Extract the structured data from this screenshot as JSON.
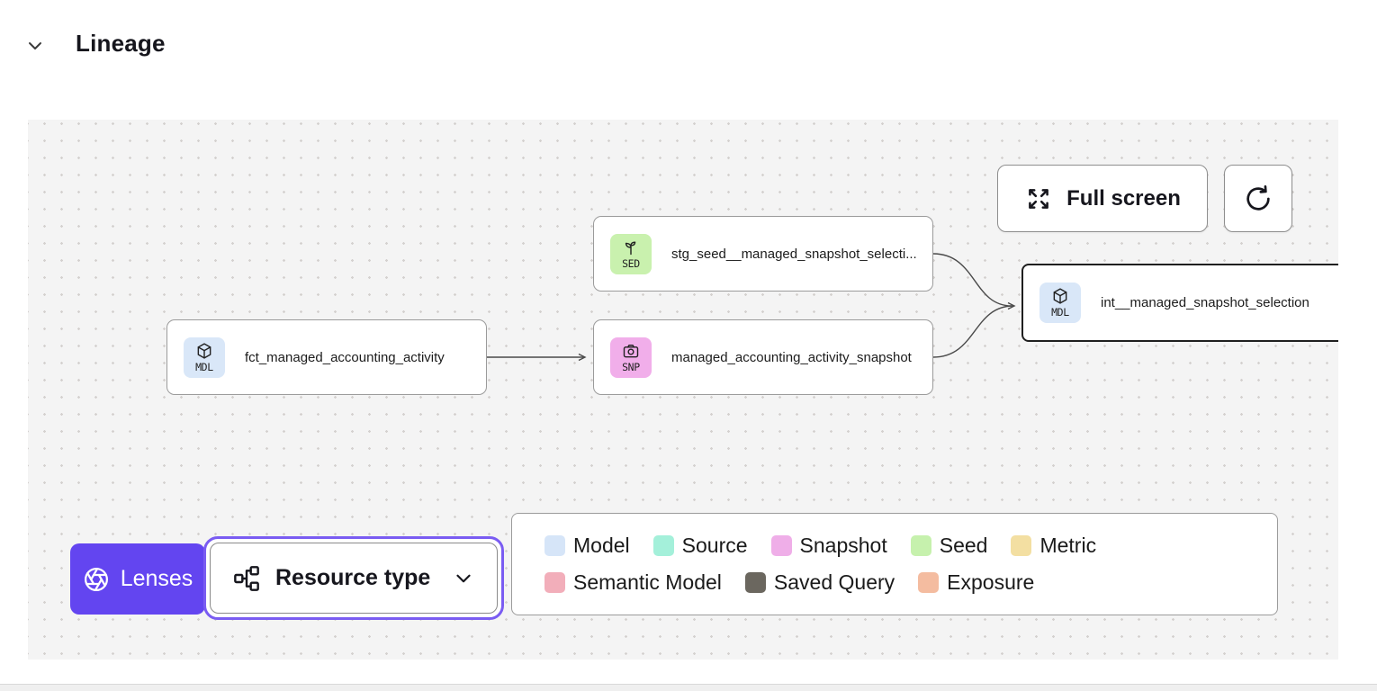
{
  "header": {
    "title": "Lineage"
  },
  "canvas": {
    "toolbar": {
      "full_screen_label": "Full screen"
    },
    "nodes": [
      {
        "badge": "SED",
        "label": "stg_seed__managed_snapshot_selecti...",
        "color": "#c9f1ae",
        "type": "seed",
        "selected": false
      },
      {
        "badge": "MDL",
        "label": "fct_managed_accounting_activity",
        "color": "#d9e7f8",
        "type": "model",
        "selected": false
      },
      {
        "badge": "SNP",
        "label": "managed_accounting_activity_snapshot",
        "color": "#f1aeea",
        "type": "snapshot",
        "selected": false
      },
      {
        "badge": "MDL",
        "label": "int__managed_snapshot_selection",
        "color": "#d9e7f8",
        "type": "model",
        "selected": true
      }
    ],
    "lenses_button": {
      "label": "Lenses",
      "color": "#6345f0"
    },
    "resource_type_dropdown": {
      "label": "Resource type"
    },
    "legend": {
      "items": [
        {
          "label": "Model",
          "color": "#d6e5f8"
        },
        {
          "label": "Source",
          "color": "#a4f0da"
        },
        {
          "label": "Snapshot",
          "color": "#efaee8"
        },
        {
          "label": "Seed",
          "color": "#c6f1ad"
        },
        {
          "label": "Metric",
          "color": "#f3dfa2"
        },
        {
          "label": "Semantic Model",
          "color": "#f2aeba"
        },
        {
          "label": "Saved Query",
          "color": "#6b675f"
        },
        {
          "label": "Exposure",
          "color": "#f4bca0"
        }
      ]
    }
  }
}
